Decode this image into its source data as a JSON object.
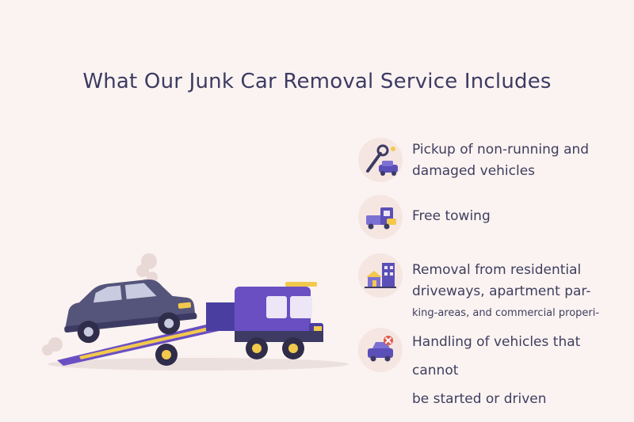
{
  "title": "What Our Junk Car Removal Service Includes",
  "features": [
    {
      "icon": "wrench-car-icon",
      "lines": [
        "Pickup of non-running and",
        "damaged vehicles"
      ]
    },
    {
      "icon": "tow-truck-icon",
      "lines": [
        "Free towing"
      ]
    },
    {
      "icon": "buildings-icon",
      "lines": [
        "Removal from residential",
        "driveways, apartment par-",
        "king-areas, and commercial properi-"
      ]
    },
    {
      "icon": "car-x-icon",
      "lines": [
        "Handling of vehicles that cannot",
        "be started or driven"
      ]
    }
  ],
  "colors": {
    "accent": "#5b4fb8",
    "yellow": "#f2c94c",
    "background": "#fbf3f1",
    "text": "#3d3b63"
  }
}
